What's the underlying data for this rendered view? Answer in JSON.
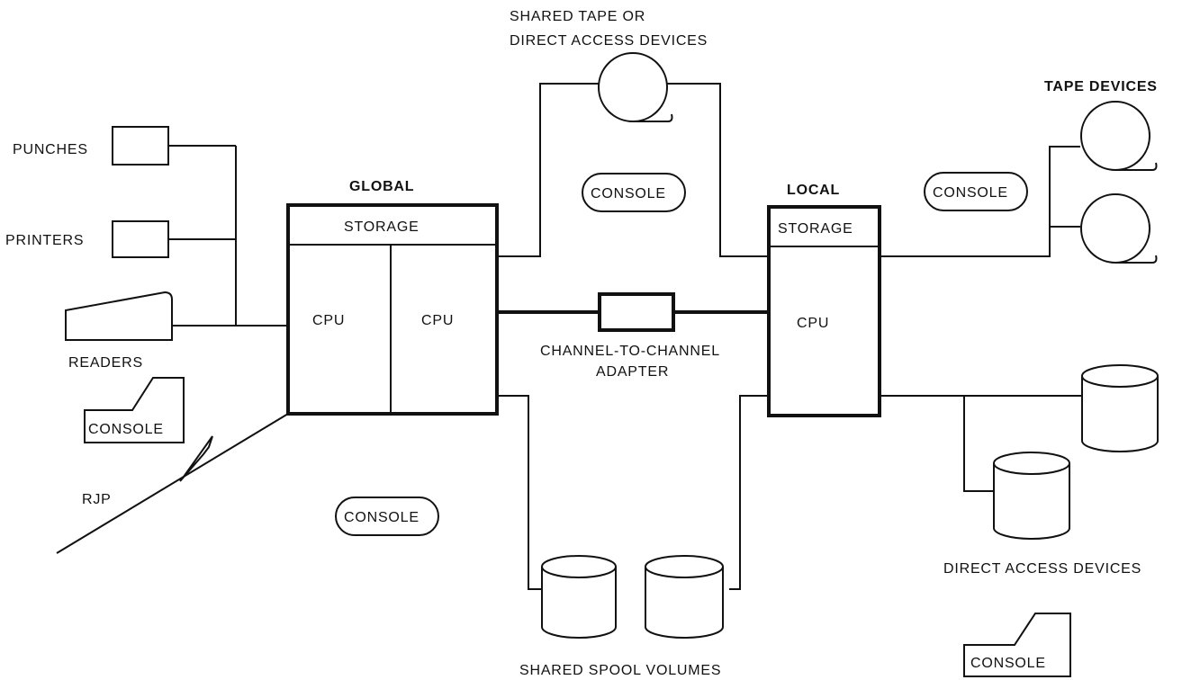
{
  "labels": {
    "shared_tape": [
      "SHARED TAPE OR",
      "DIRECT ACCESS DEVICES"
    ],
    "tape_devices": "TAPE DEVICES",
    "punches": "PUNCHES",
    "printers": "PRINTERS",
    "readers": "READERS",
    "global": "GLOBAL",
    "local": "LOCAL",
    "storage": "STORAGE",
    "cpu": "CPU",
    "console": "CONSOLE",
    "channel_adapter": [
      "CHANNEL-TO-CHANNEL",
      "ADAPTER"
    ],
    "rjp": "RJP",
    "direct_access_devices": "DIRECT ACCESS DEVICES",
    "shared_spool_volumes": "SHARED SPOOL VOLUMES"
  },
  "icons": [
    "tape-reel-icon",
    "disk-pack-icon",
    "card-punch-icon",
    "printer-icon",
    "card-reader-icon",
    "console-terminal-icon",
    "communication-line-icon"
  ],
  "colors": {
    "ink": "#111111",
    "background": "#ffffff"
  }
}
